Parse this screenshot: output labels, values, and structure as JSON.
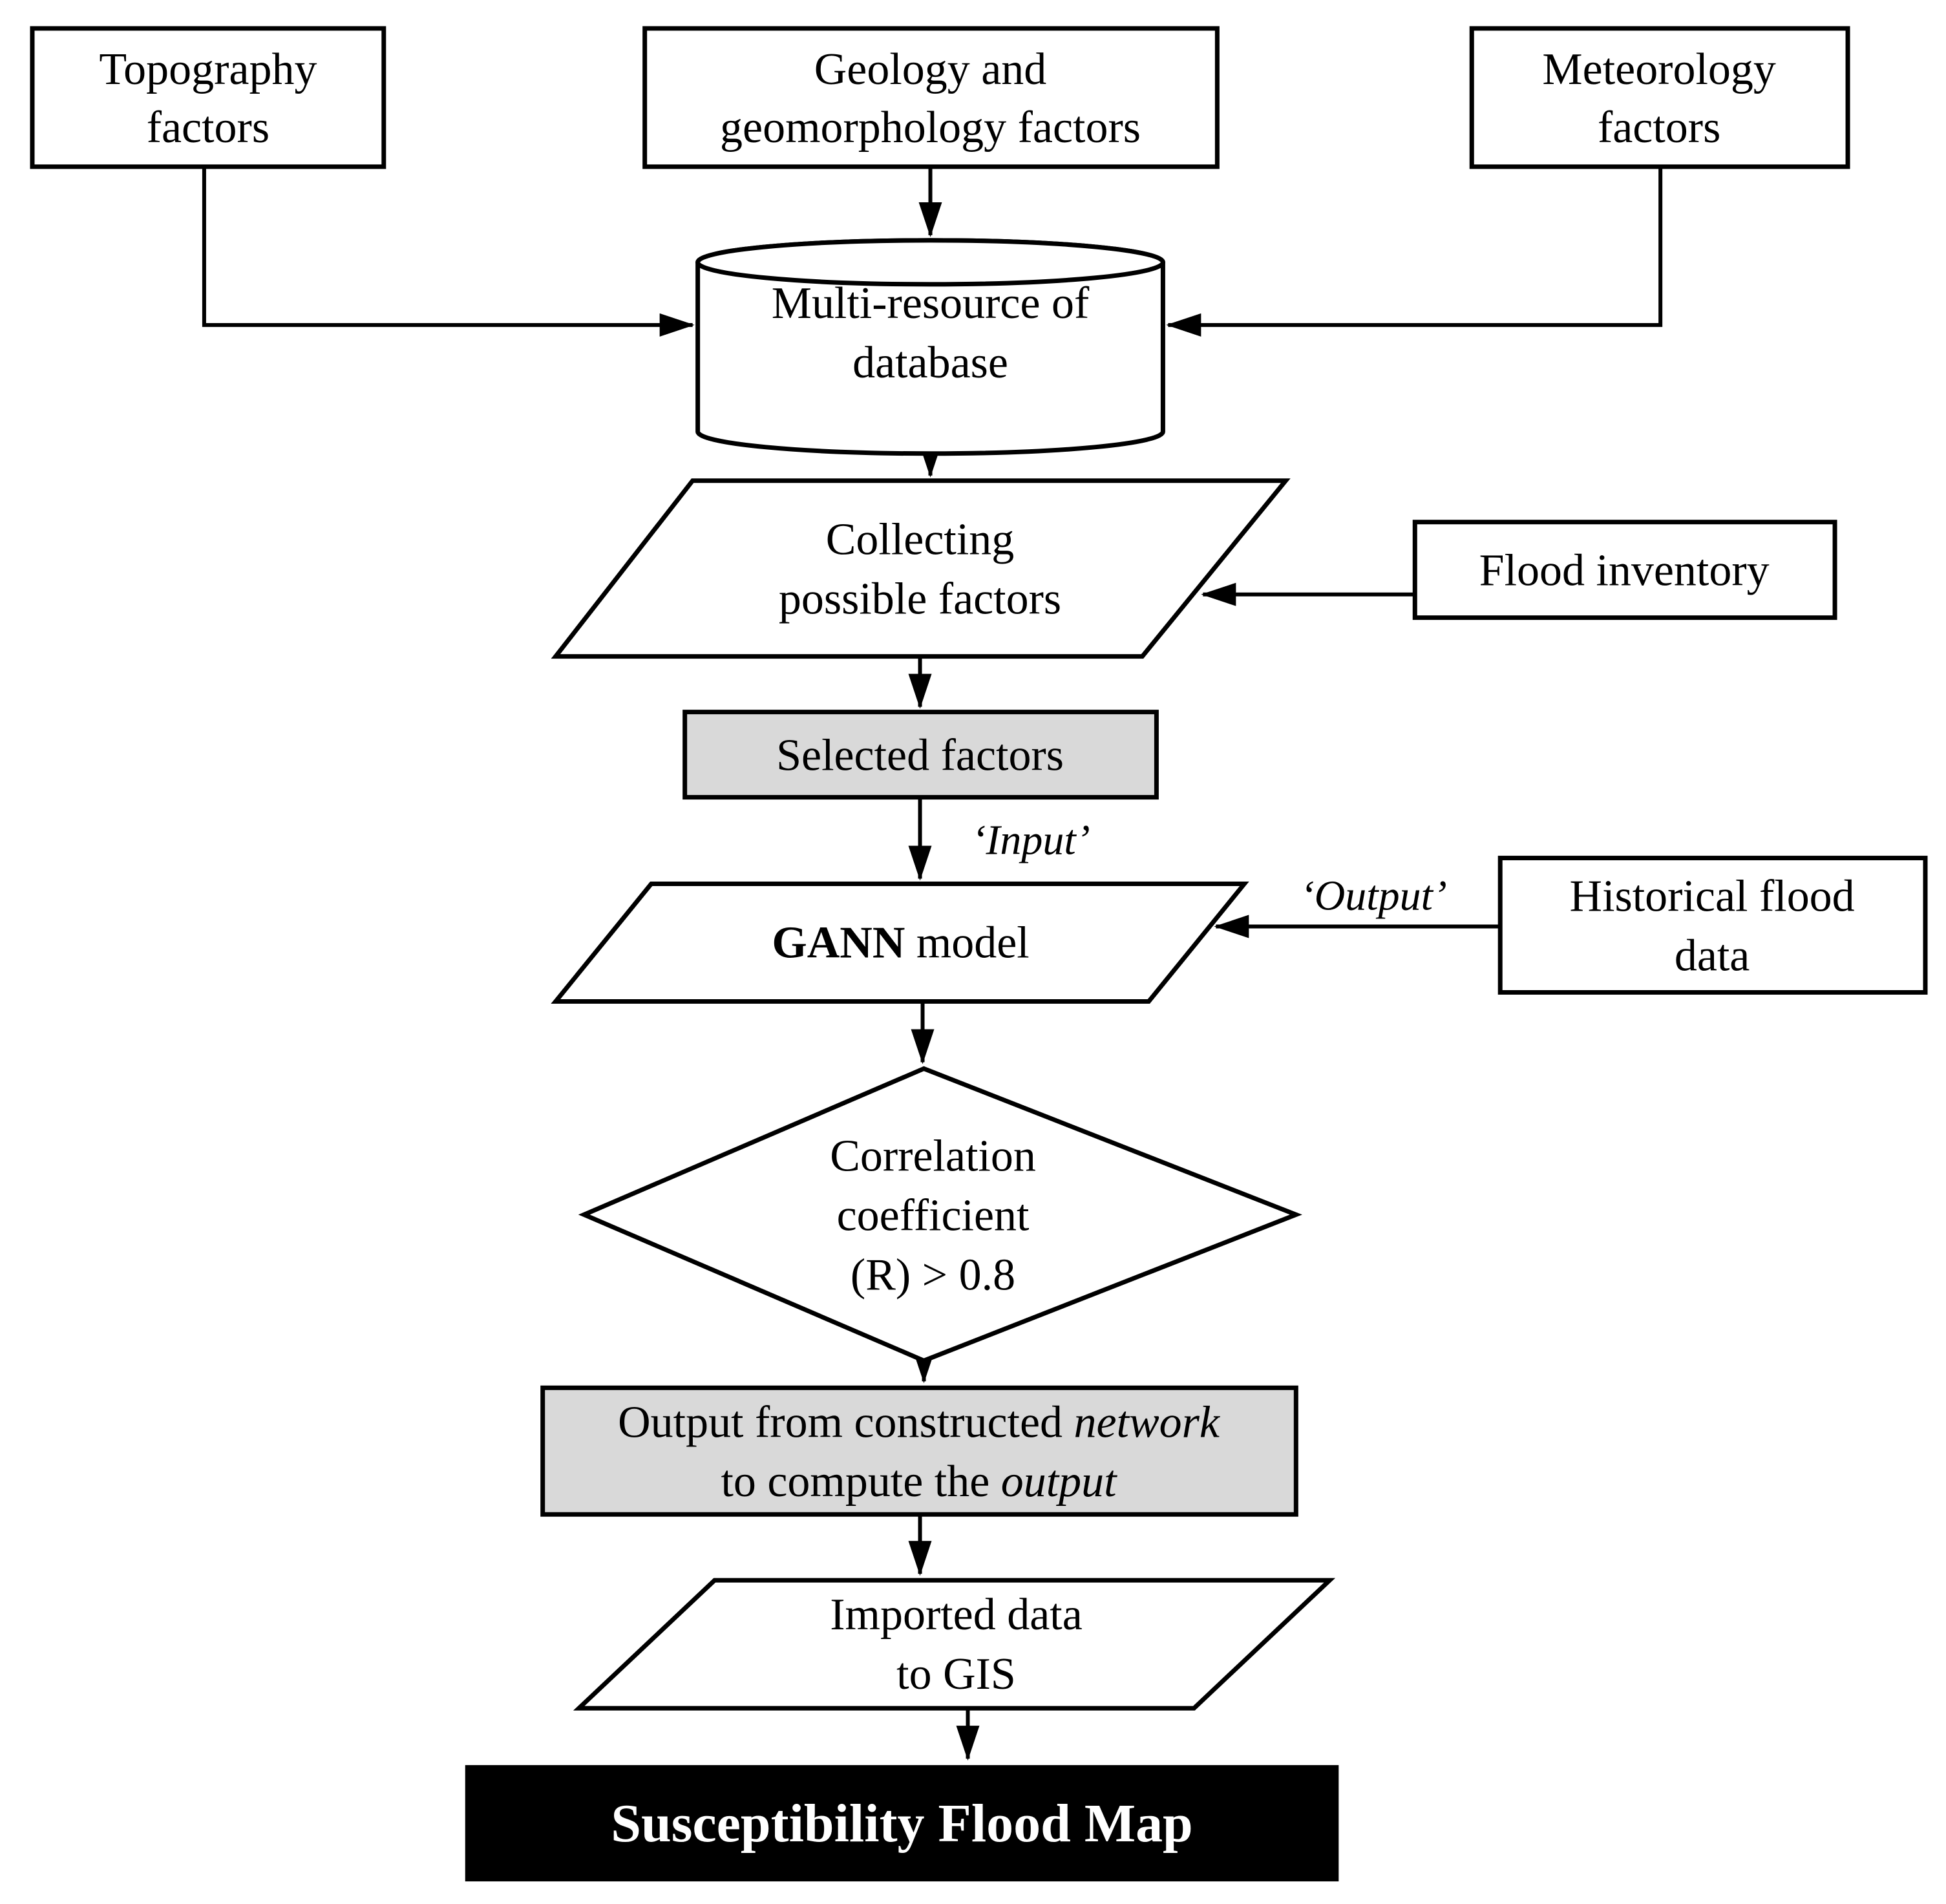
{
  "title": "Flood susceptibility mapping flowchart",
  "colors": {
    "background": "#ffffff",
    "stroke": "#000000",
    "shaded_fill": "#d9d9d9",
    "final_fill": "#000000",
    "final_text": "#ffffff"
  },
  "nodes": {
    "topography": {
      "lines": [
        "Topography",
        "factors"
      ]
    },
    "geology": {
      "lines": [
        "Geology and",
        "geomorphology factors"
      ]
    },
    "meteorology": {
      "lines": [
        "Meteorology",
        "factors"
      ]
    },
    "database": {
      "lines": [
        "Multi-resource of",
        "database"
      ]
    },
    "collecting": {
      "lines": [
        "Collecting",
        "possible factors"
      ]
    },
    "flood_inventory": {
      "label": "Flood inventory"
    },
    "selected_factors": {
      "label": "Selected factors"
    },
    "gann": {
      "bold": "GANN",
      "rest": " model"
    },
    "historical": {
      "lines": [
        "Historical flood",
        "data"
      ]
    },
    "decision": {
      "lines": [
        "Correlation",
        "coefficient",
        "(R) > 0.8"
      ]
    },
    "network_output": {
      "line1_normal": "Output from constructed ",
      "line1_italic": "network",
      "line2_normal": "to compute the ",
      "line2_italic": "output"
    },
    "imported": {
      "lines": [
        "Imported data",
        "to GIS"
      ]
    },
    "final_map": {
      "label": "Susceptibility Flood Map"
    }
  },
  "edge_labels": {
    "input": "‘Input’",
    "output": "‘Output’"
  }
}
